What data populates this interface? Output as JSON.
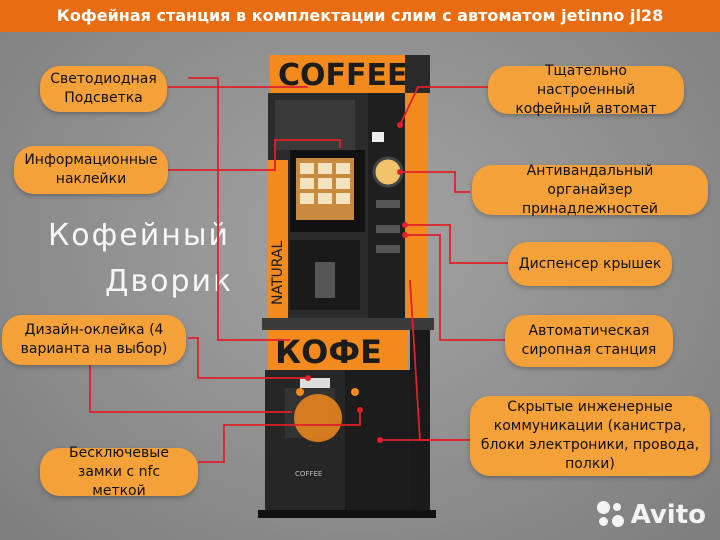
{
  "title": "Кофейная станция в комплектации слим с автоматом jetinno jl28",
  "watermark": {
    "line1": "Кофейный",
    "line2": "Дворик"
  },
  "callouts": {
    "led": "Светодиодная Подсветка",
    "stickers": "Информационные наклейки",
    "design": "Дизайн-оклейка (4 варианта на выбор)",
    "locks": "Бесключевые замки с nfc меткой",
    "machine": "Тщательно настроенный кофейный автомат",
    "organizer": "Антивандальный органайзер принадлежностей",
    "lids": "Диспенсер крышек",
    "syrup": "Автоматическая сиропная станция",
    "hidden": "Скрытые инженерные коммуникации (канистра, блоки электроники, провода, полки)"
  },
  "kiosk": {
    "top_sign": "COFFEE",
    "side_text": "NATURAL",
    "middle_sign": "КОФЕ",
    "brand": "COFFEE"
  },
  "avito_logo": "Avito",
  "colors": {
    "accent": "#e86d12",
    "pill": "#f5a13a",
    "connector": "#e0202a"
  }
}
